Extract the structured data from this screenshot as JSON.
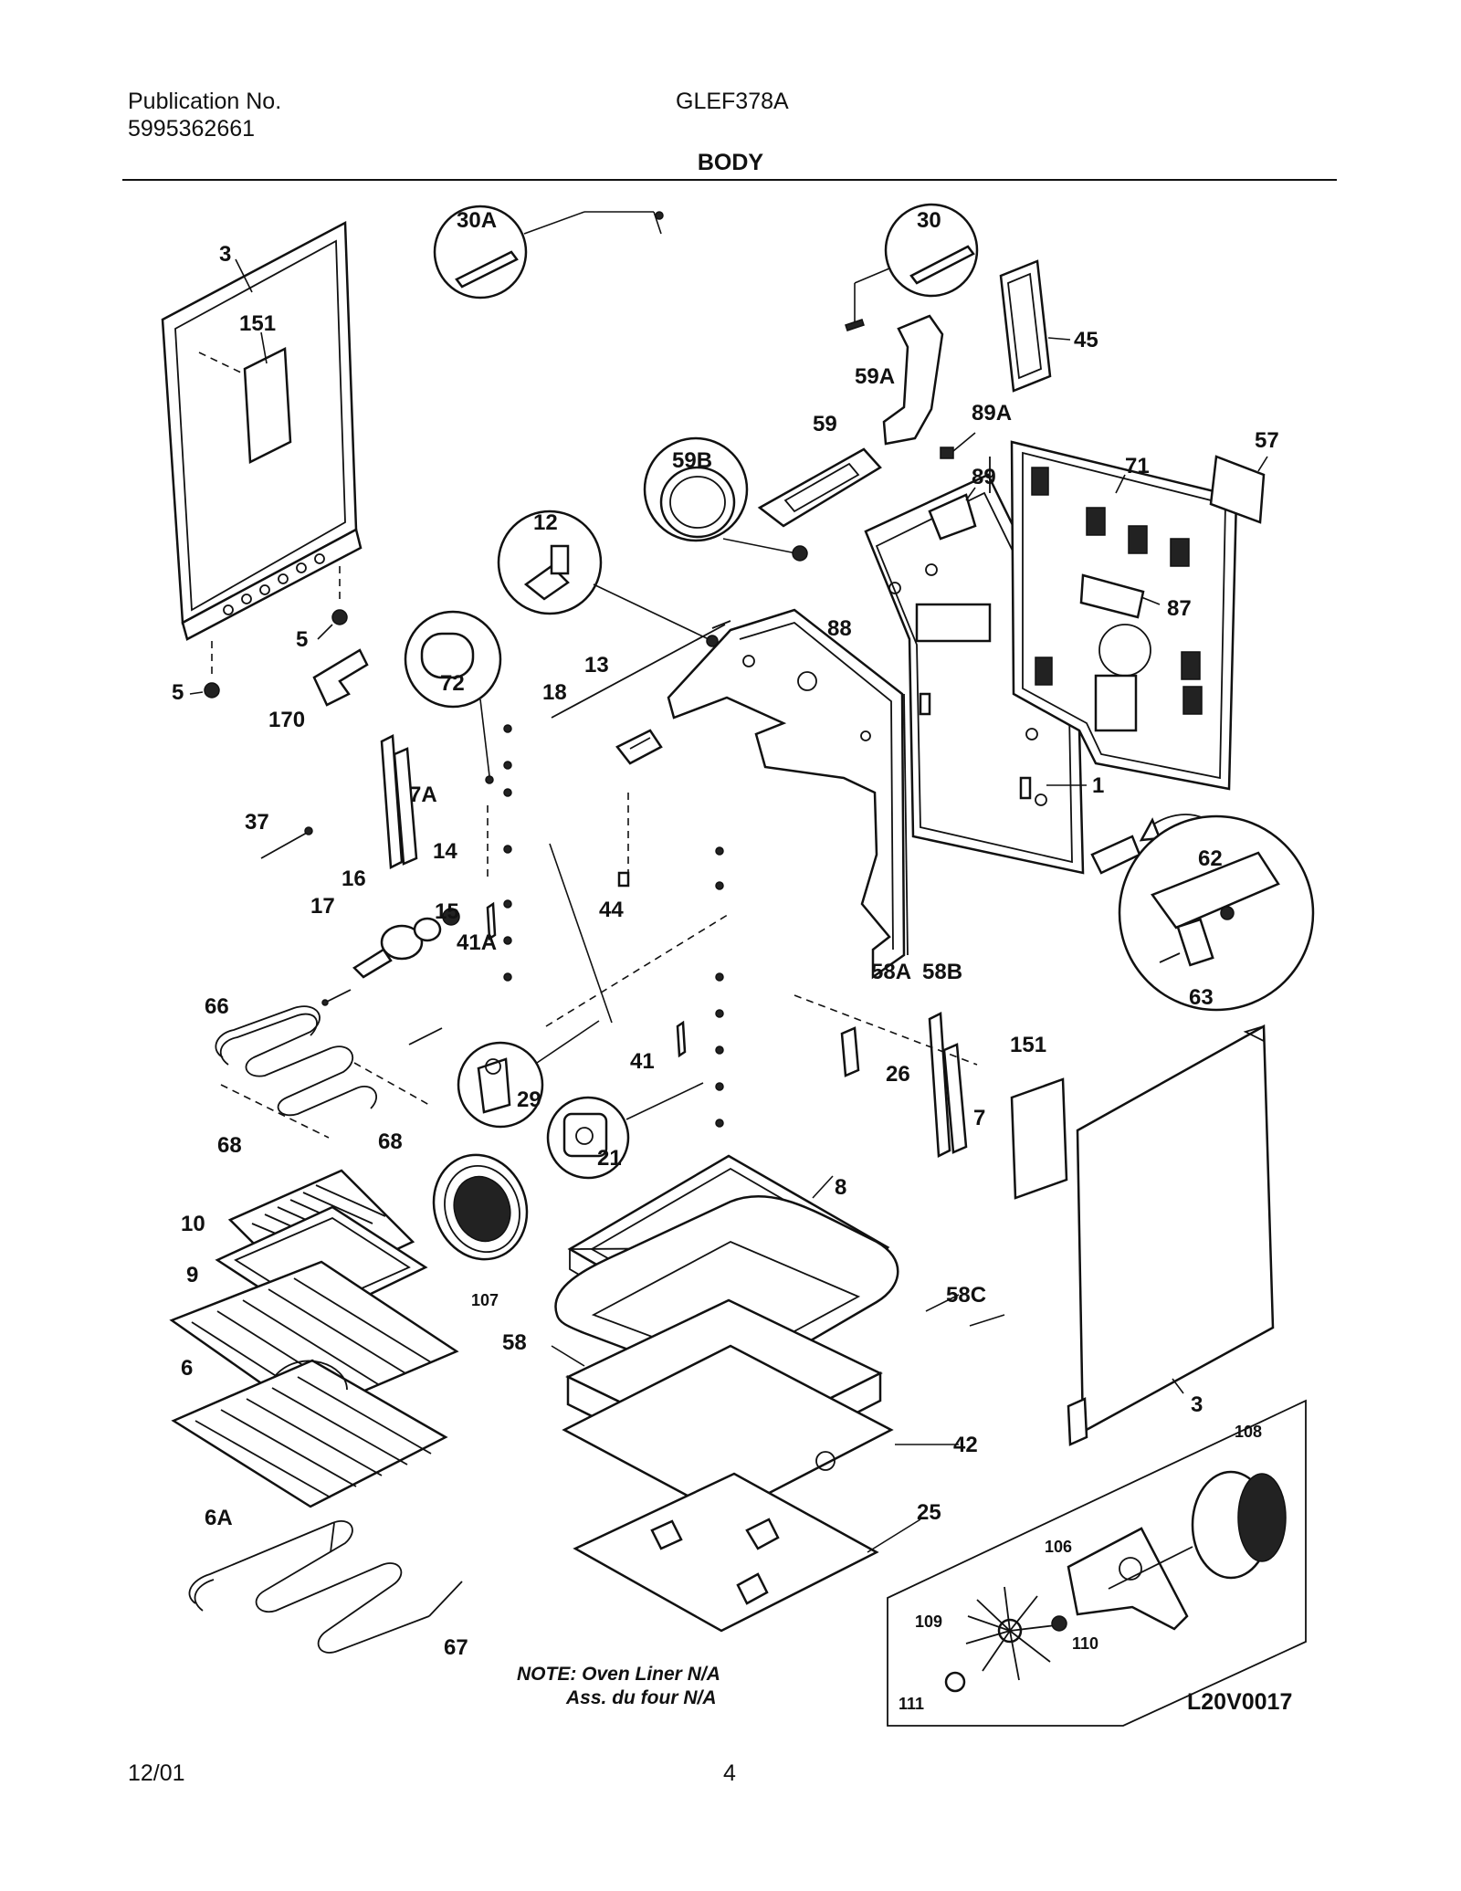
{
  "header": {
    "publication_label": "Publication No.",
    "publication_number": "5995362661",
    "model": "GLEF378A",
    "section": "BODY"
  },
  "footer": {
    "date": "12/01",
    "page": "4"
  },
  "note": {
    "line1": "NOTE: Oven Liner N/A",
    "line2": "Ass. du four N/A"
  },
  "diagram_code": "L20V0017",
  "part_labels": {
    "p1": "1",
    "p3a": "3",
    "p3b": "3",
    "p5a": "5",
    "p5b": "5",
    "p6": "6",
    "p6a": "6A",
    "p7": "7",
    "p7a": "7A",
    "p8": "8",
    "p9": "9",
    "p10": "10",
    "p12": "12",
    "p13": "13",
    "p14": "14",
    "p15": "15",
    "p16": "16",
    "p17": "17",
    "p18": "18",
    "p21": "21",
    "p25": "25",
    "p26": "26",
    "p29": "29",
    "p30": "30",
    "p30a": "30A",
    "p37": "37",
    "p41": "41",
    "p41a": "41A",
    "p42": "42",
    "p44": "44",
    "p45": "45",
    "p57": "57",
    "p58": "58",
    "p58a": "58A",
    "p58b": "58B",
    "p58c": "58C",
    "p59": "59",
    "p59a": "59A",
    "p59b": "59B",
    "p62": "62",
    "p63": "63",
    "p66": "66",
    "p67": "67",
    "p68a": "68",
    "p68b": "68",
    "p71": "71",
    "p72": "72",
    "p87": "87",
    "p88": "88",
    "p89": "89",
    "p89a": "89A",
    "p106": "106",
    "p107": "107",
    "p108": "108",
    "p109": "109",
    "p110": "110",
    "p111": "111",
    "p151a": "151",
    "p151b": "151",
    "p170": "170"
  }
}
